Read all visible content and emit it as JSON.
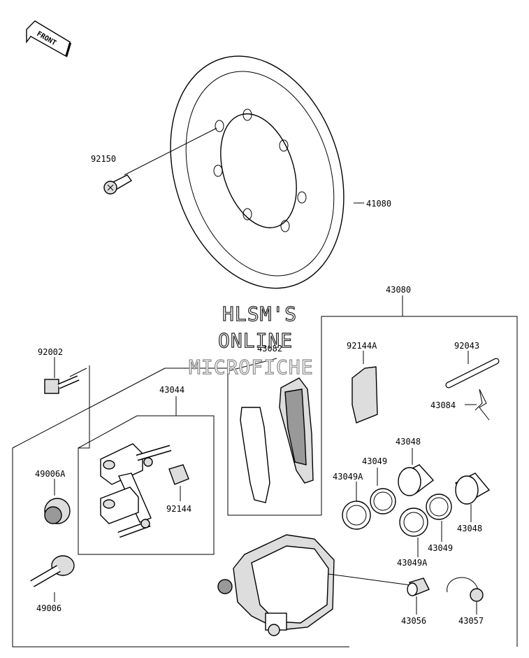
{
  "front_label": "FRONT",
  "watermark": {
    "line1": "HLSM'S",
    "line2": "ONLINE",
    "line3": "MICROFICHE"
  },
  "parts": {
    "p92150": "92150",
    "p41080": "41080",
    "p43080": "43080",
    "p43082": "43082",
    "p92144A": "92144A",
    "p92043": "92043",
    "p43084": "43084",
    "p92002": "92002",
    "p43044": "43044",
    "p49006A": "49006A",
    "p92144": "92144",
    "p43048_top": "43048",
    "p43049_top": "43049",
    "p43049A_left": "43049A",
    "p43048_right": "43048",
    "p43049_bottom": "43049",
    "p43049A_bottom": "43049A",
    "p49006": "49006",
    "p43056": "43056",
    "p43057": "43057"
  }
}
